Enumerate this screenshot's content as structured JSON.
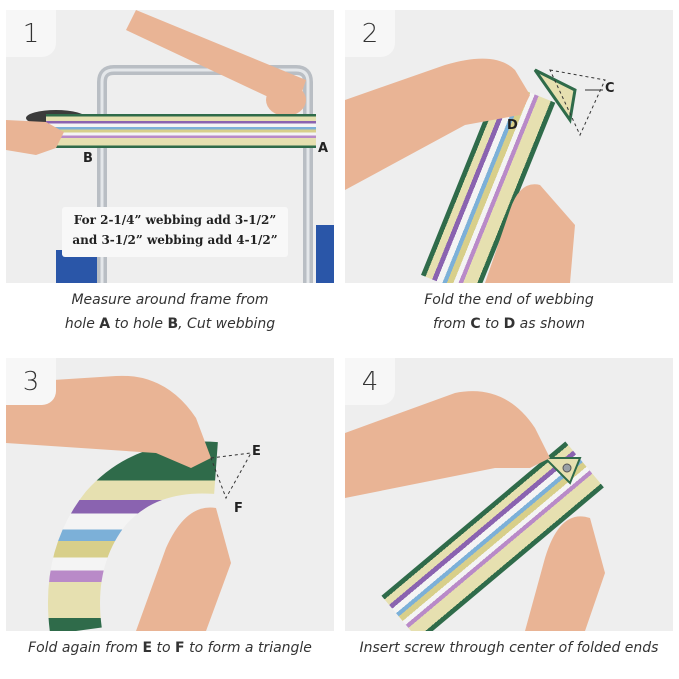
{
  "steps": [
    {
      "number": "1",
      "caption_line1": "Measure around frame from",
      "caption_line2_pre": "hole ",
      "caption_line2_a": "A",
      "caption_line2_mid": " to hole ",
      "caption_line2_b": "B",
      "caption_line2_post": ", Cut webbing",
      "labels": {
        "a": "A",
        "b": "B"
      },
      "note_line1": "For 2-1/4” webbing add 3-1/2”",
      "note_line2": "and 3-1/2” webbing add 4-1/2”"
    },
    {
      "number": "2",
      "caption_line1": "Fold the end of webbing",
      "caption_line2_pre": "from ",
      "caption_line2_a": "C",
      "caption_line2_mid": " to ",
      "caption_line2_b": "D",
      "caption_line2_post": " as shown",
      "labels": {
        "c": "C",
        "d": "D"
      }
    },
    {
      "number": "3",
      "caption_pre": "Fold again  from ",
      "caption_a": "E",
      "caption_mid": " to ",
      "caption_b": "F",
      "caption_post": " to form a triangle",
      "labels": {
        "e": "E",
        "f": "F"
      }
    },
    {
      "number": "4",
      "caption": "Insert screw through center of folded ends"
    }
  ],
  "colors": {
    "panel_bg": "#eeeeee",
    "frame_metal": "#b9bec4",
    "chair_blue": "#2a56a8",
    "skin": "#e9b495",
    "webbing_edge": "#2f6b4a"
  }
}
